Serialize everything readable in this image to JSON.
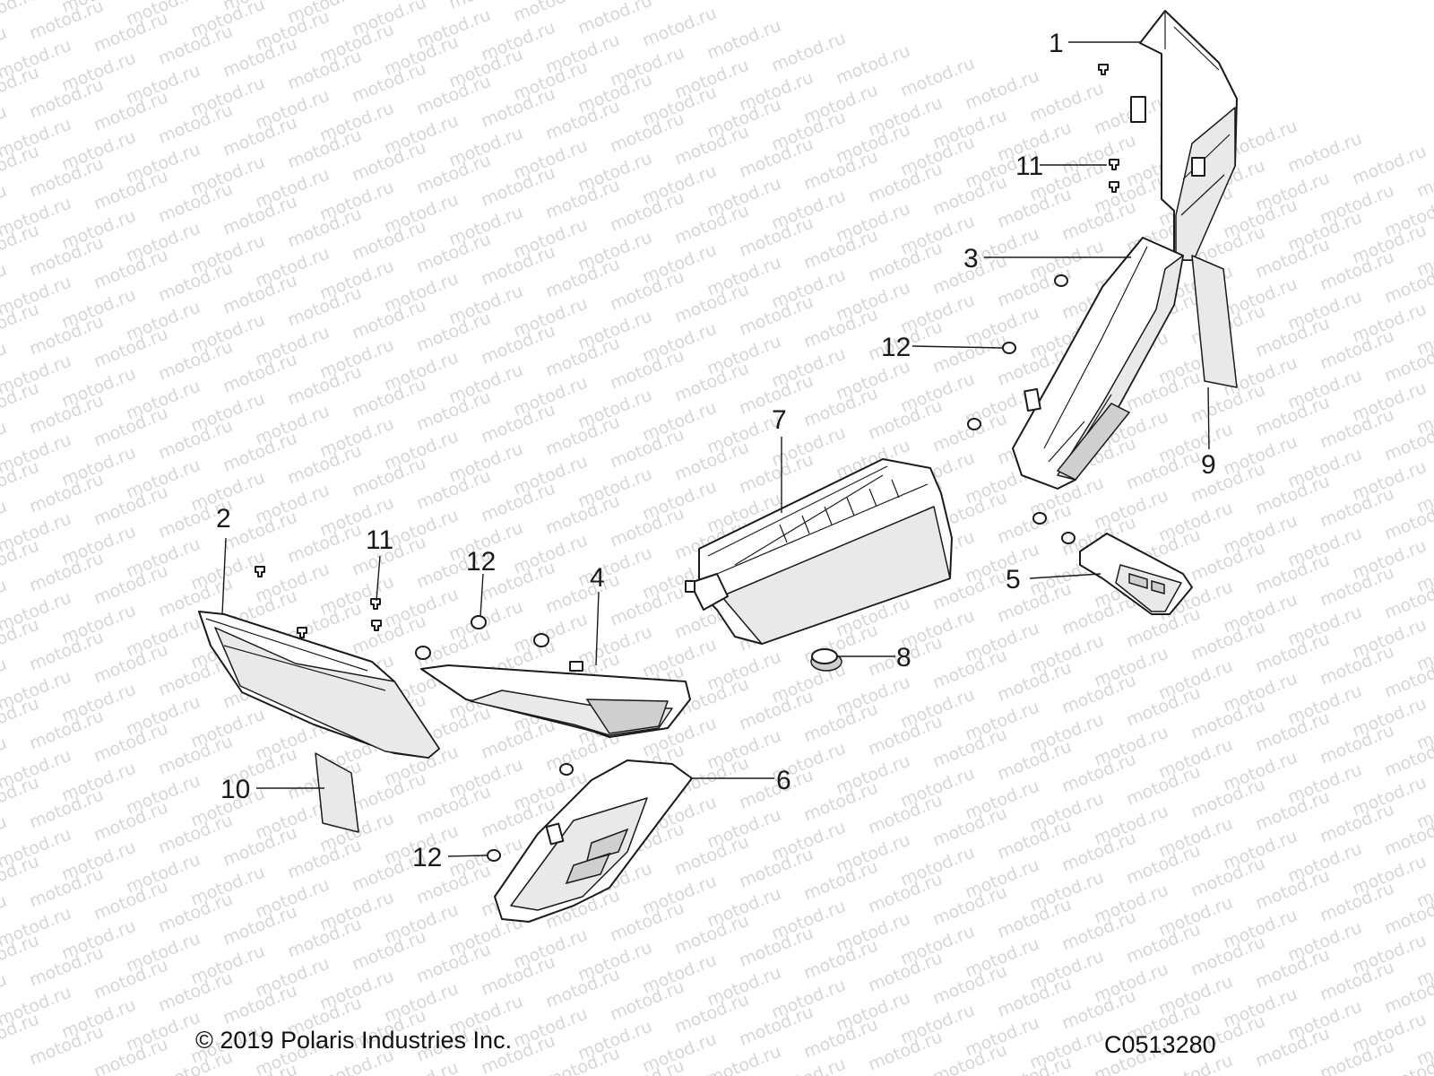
{
  "watermark": {
    "text": "motod.ru",
    "color": "#c9c9c9"
  },
  "callouts": [
    {
      "id": "c1",
      "label": "1"
    },
    {
      "id": "c2",
      "label": "2"
    },
    {
      "id": "c3",
      "label": "3"
    },
    {
      "id": "c4",
      "label": "4"
    },
    {
      "id": "c5",
      "label": "5"
    },
    {
      "id": "c6",
      "label": "6"
    },
    {
      "id": "c7",
      "label": "7"
    },
    {
      "id": "c8",
      "label": "8"
    },
    {
      "id": "c9",
      "label": "9"
    },
    {
      "id": "c10",
      "label": "10"
    },
    {
      "id": "c11a",
      "label": "11"
    },
    {
      "id": "c11b",
      "label": "11"
    },
    {
      "id": "c12a",
      "label": "12"
    },
    {
      "id": "c12b",
      "label": "12"
    },
    {
      "id": "c12c",
      "label": "12"
    }
  ],
  "footer": {
    "copyright": "© 2019 Polaris Industries Inc.",
    "drawing_number": "C0513280"
  }
}
